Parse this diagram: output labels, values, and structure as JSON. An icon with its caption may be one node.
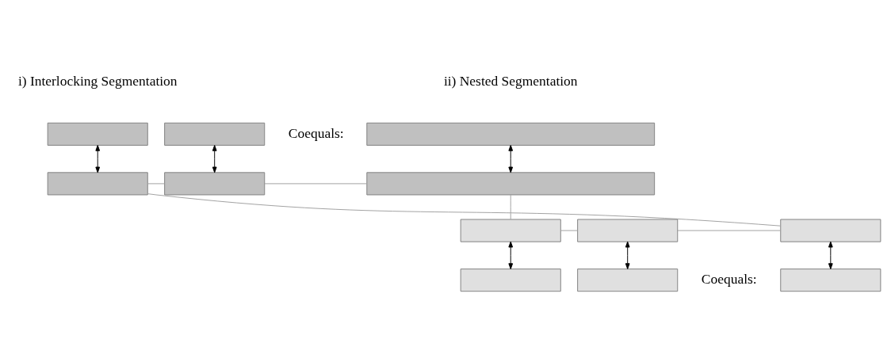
{
  "diagram": {
    "nodes": [
      {
        "text": [],
        "shape": "box"
      },
      {
        "text": [],
        "shape": "box"
      },
      {
        "text": [],
        "shape": "box"
      },
      {
        "text": [],
        "shape": "box"
      },
      {
        "text": [],
        "shape": "box"
      },
      {
        "text": [],
        "shape": "box"
      },
      {
        "text": [],
        "shape": "box"
      },
      {
        "text": [],
        "shape": "box"
      },
      {
        "text": [],
        "shape": "box"
      },
      {
        "text": [],
        "shape": "box"
      },
      {
        "text": [],
        "shape": "box"
      },
      {
        "text": [],
        "shape": "box"
      }
    ],
    "edges": [
      {
        "from": 0,
        "to": 3,
        "arrow": "both"
      },
      {
        "from": 1,
        "to": 4,
        "arrow": "both"
      },
      {
        "from": 2,
        "to": 5,
        "arrow": "both"
      },
      {
        "from": 3,
        "to": 4,
        "arrow": "none",
        "color": "#a0a0a0"
      },
      {
        "from": 4,
        "to": 5,
        "arrow": "none",
        "color": "#a0a0a0"
      },
      {
        "from": 5,
        "to": 8,
        "arrow": "none",
        "color": "#a0a0a0"
      },
      {
        "from": 8,
        "to": 7,
        "arrow": "none",
        "color": "#a0a0a0"
      },
      {
        "from": 7,
        "to": 6,
        "arrow": "none",
        "color": "#a0a0a0"
      },
      {
        "from": 6,
        "to": 3,
        "arrow": "none",
        "color": "#a0a0a0"
      },
      {
        "from": 6,
        "to": 9,
        "arrow": "both"
      },
      {
        "from": 7,
        "to": 10,
        "arrow": "both"
      },
      {
        "from": 8,
        "to": 11,
        "arrow": "both"
      }
    ],
    "labels": [
      "i) Interlocking Segmentation",
      "ii) Nested Segmentation",
      "Coequals:",
      "Coequals:"
    ]
  }
}
